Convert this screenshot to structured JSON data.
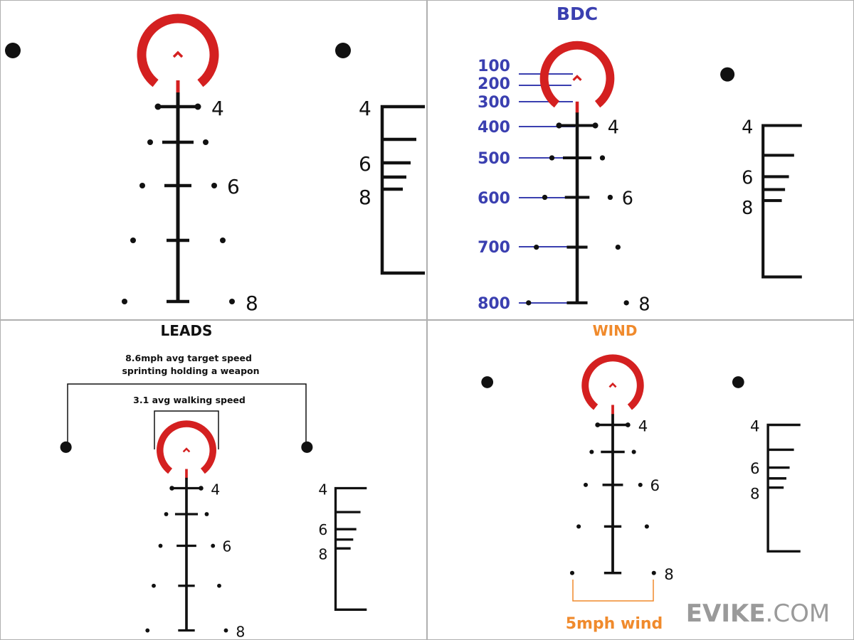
{
  "colors": {
    "reticle": "#111111",
    "red": "#d42020",
    "bdc": "#3a3fb0",
    "wind": "#f08a2c",
    "border": "#b0b0b0",
    "logo": "#9a9a9a"
  },
  "reticle_labels": {
    "four": "4",
    "six": "6",
    "eight": "8"
  },
  "panels": {
    "bdc": {
      "title": "BDC",
      "ranges": [
        "100",
        "200",
        "300",
        "400",
        "500",
        "600",
        "700",
        "800"
      ]
    },
    "leads": {
      "title": "LEADS",
      "sprint_line1": "8.6mph avg target speed",
      "sprint_line2": "sprinting holding a weapon",
      "walk": "3.1 avg walking speed"
    },
    "wind": {
      "title": "WIND",
      "caption": "5mph wind"
    }
  },
  "logo": {
    "brand": "EVIKE",
    "suffix": ".COM"
  }
}
